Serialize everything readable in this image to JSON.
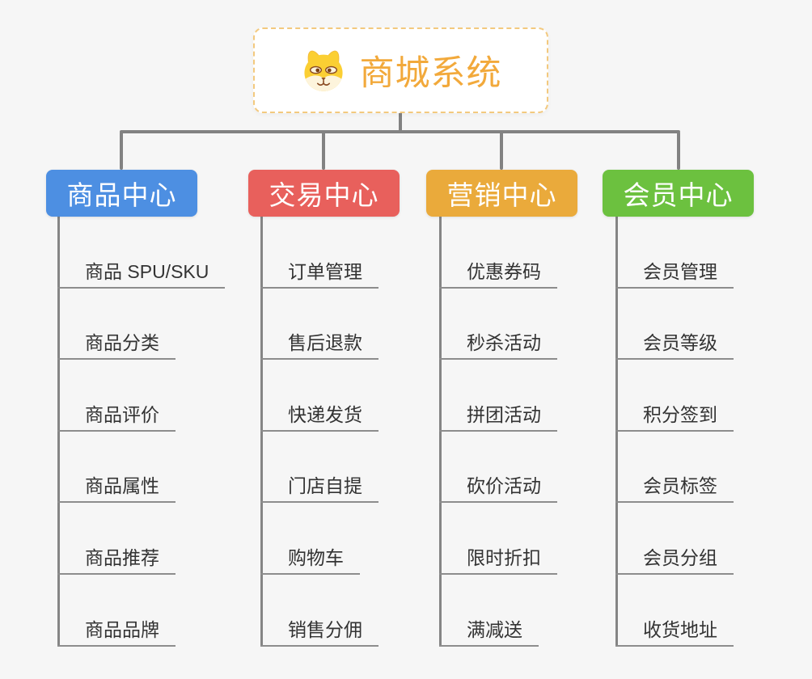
{
  "root": {
    "title": "商城系统",
    "icon": "shiba-dog-icon"
  },
  "branches": [
    {
      "label": "商品中心",
      "color": "#4d8fe2",
      "children": [
        "商品 SPU/SKU",
        "商品分类",
        "商品评价",
        "商品属性",
        "商品推荐",
        "商品品牌"
      ]
    },
    {
      "label": "交易中心",
      "color": "#e8605c",
      "children": [
        "订单管理",
        "售后退款",
        "快递发货",
        "门店自提",
        "购物车",
        "销售分佣"
      ]
    },
    {
      "label": "营销中心",
      "color": "#eaaa3b",
      "children": [
        "优惠券码",
        "秒杀活动",
        "拼团活动",
        "砍价活动",
        "限时折扣",
        "满减送"
      ]
    },
    {
      "label": "会员中心",
      "color": "#6cc13f",
      "children": [
        "会员管理",
        "会员等级",
        "积分签到",
        "会员标签",
        "会员分组",
        "收货地址"
      ]
    }
  ],
  "colors": {
    "background": "#f6f6f6",
    "connector": "#828282",
    "leaf_underline": "#8d8d8d",
    "leaf_text": "#333333",
    "root_border": "#f3c97e",
    "root_text": "#f2a93b"
  }
}
